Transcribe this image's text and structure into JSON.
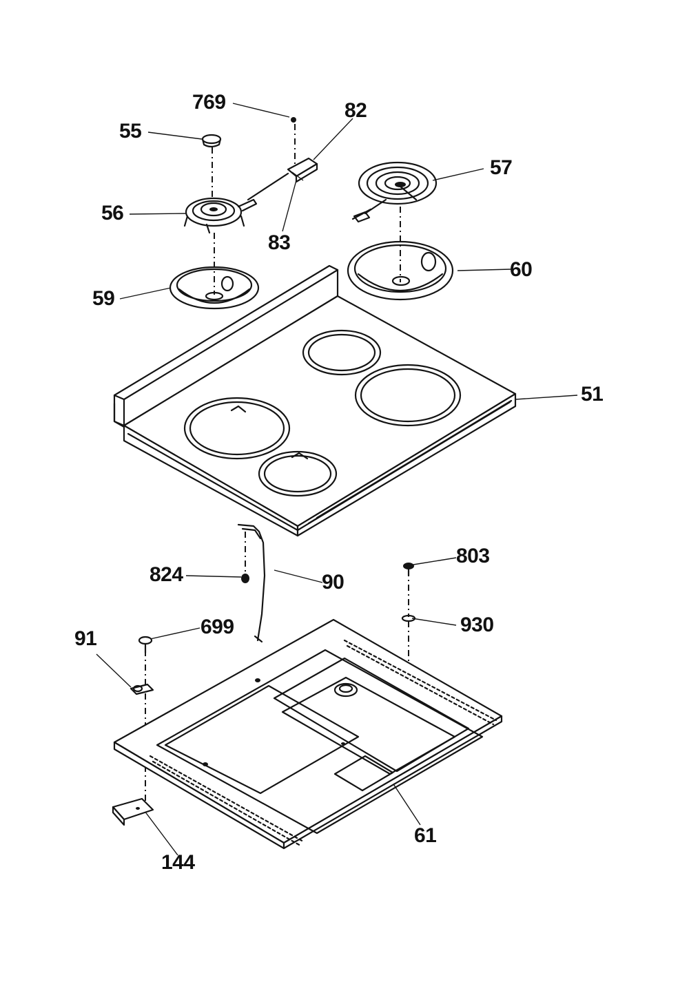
{
  "callouts": {
    "c769": "769",
    "c82": "82",
    "c55": "55",
    "c57": "57",
    "c56": "56",
    "c83": "83",
    "c60": "60",
    "c59": "59",
    "c51": "51",
    "c803": "803",
    "c824": "824",
    "c90": "90",
    "c930": "930",
    "c91": "91",
    "c699": "699",
    "c61": "61",
    "c144": "144"
  },
  "colors": {
    "ink": "#141414",
    "paper": "#ffffff"
  }
}
